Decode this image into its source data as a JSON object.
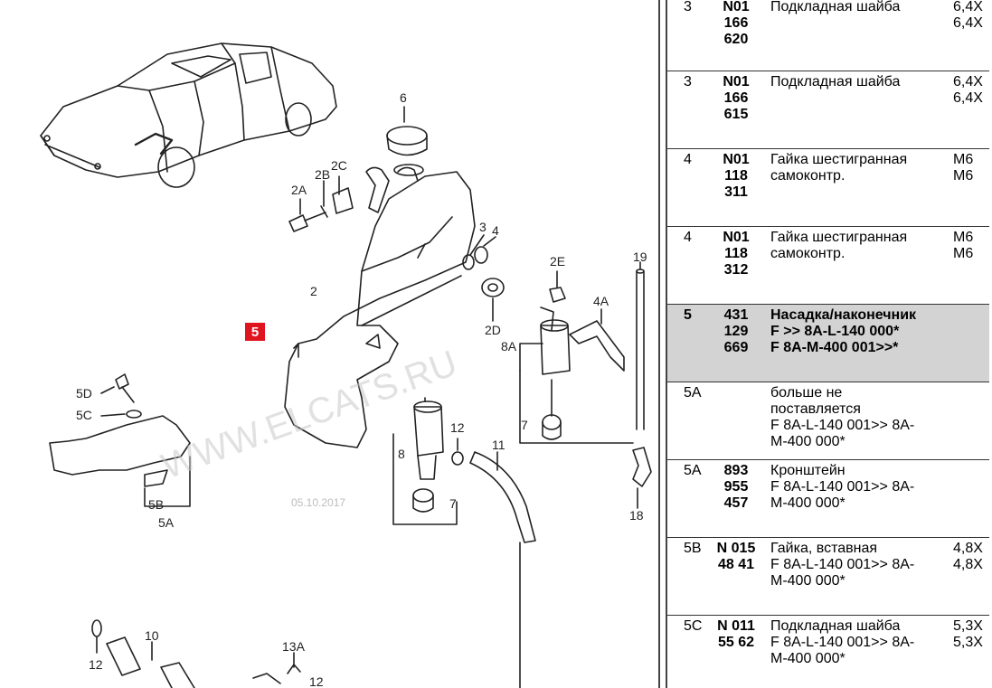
{
  "diagram": {
    "highlight_label": "5",
    "callouts": [
      "2",
      "2A",
      "2B",
      "2C",
      "2D",
      "2E",
      "3",
      "4",
      "4A",
      "5B",
      "5A",
      "5C",
      "5D",
      "6",
      "7",
      "7",
      "8",
      "8A",
      "10",
      "11",
      "12",
      "12",
      "12",
      "13A",
      "18",
      "19"
    ],
    "watermark": "WWW.ELCATS.RU",
    "watermark_date": "05.10.2017"
  },
  "parts": [
    {
      "pos": "3",
      "number": "N01\n166\n620",
      "name": "Подкладная шайба",
      "spec": "6,4X\n6,4X",
      "selected": false
    },
    {
      "pos": "3",
      "number": "N01\n166\n615",
      "name": "Подкладная шайба",
      "spec": "6,4X\n6,4X",
      "selected": false
    },
    {
      "pos": "4",
      "number": "N01\n118\n311",
      "name": "Гайка шестигранная\nсамоконтр.",
      "spec": "M6\nM6",
      "selected": false
    },
    {
      "pos": "4",
      "number": "N01\n118\n312",
      "name": "Гайка шестигранная\nсамоконтр.",
      "spec": "M6\nM6",
      "selected": false
    },
    {
      "pos": "5",
      "number": "431\n129\n669",
      "name": "Насадка/наконечник\nF >> 8A-L-140 000*\nF 8A-M-400 001>>*",
      "spec": "",
      "selected": true
    },
    {
      "pos": "5A",
      "number": "",
      "name": "больше не\nпоставляется\nF 8A-L-140 001>> 8A-\nM-400 000*",
      "spec": "",
      "selected": false
    },
    {
      "pos": "5A",
      "number": "893\n955\n457",
      "name": "Кронштейн\nF 8A-L-140 001>> 8A-\nM-400 000*",
      "spec": "",
      "selected": false
    },
    {
      "pos": "5B",
      "number": "N 015\n48 41",
      "name": "Гайка, вставная\nF 8A-L-140 001>> 8A-\nM-400 000*",
      "spec": "4,8X\n4,8X",
      "selected": false
    },
    {
      "pos": "5C",
      "number": "N 011\n55 62",
      "name": "Подкладная шайба\nF 8A-L-140 001>> 8A-\nM-400 000*",
      "spec": "5,3X\n5,3X",
      "selected": false
    }
  ]
}
